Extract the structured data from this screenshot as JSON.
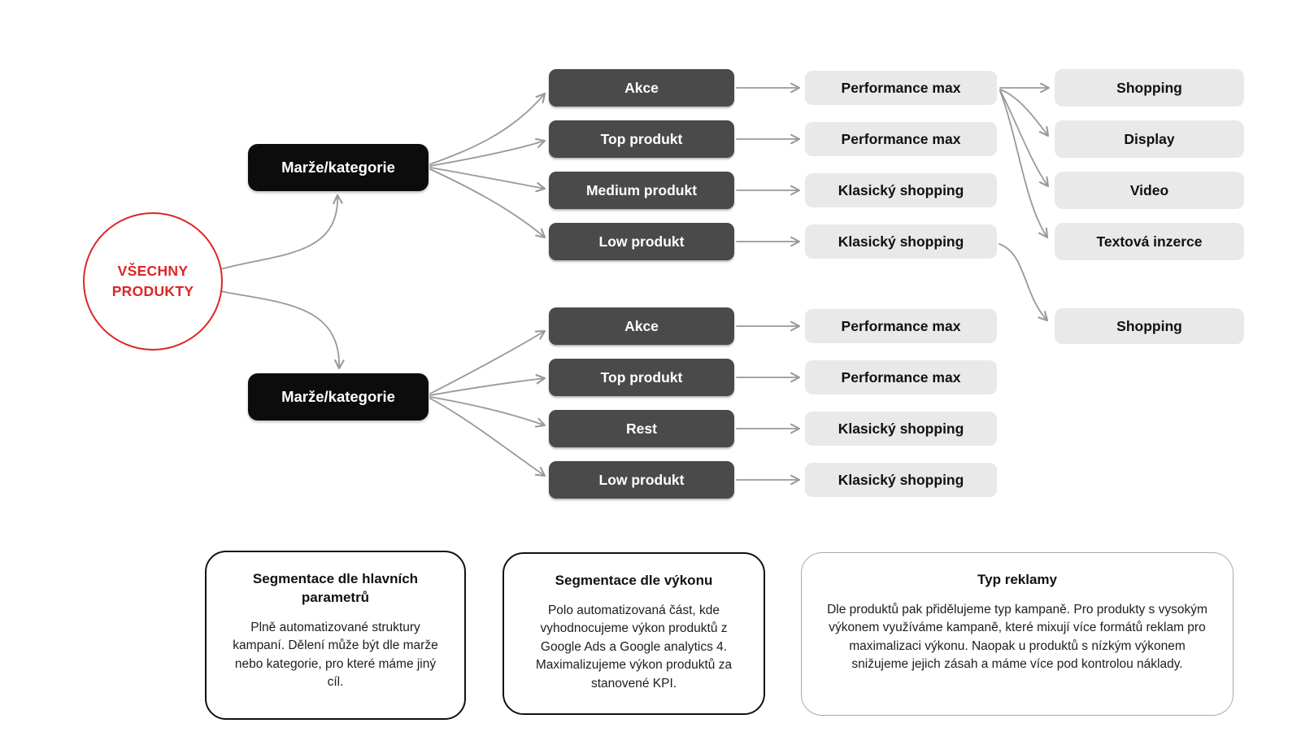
{
  "root": {
    "label_line1": "VŠECHNY",
    "label_line2": "PRODUKTY"
  },
  "branches": [
    {
      "gate": "Marže/kategorie",
      "rows": [
        {
          "segment": "Akce",
          "campaign": "Performance max"
        },
        {
          "segment": "Top produkt",
          "campaign": "Performance max"
        },
        {
          "segment": "Medium produkt",
          "campaign": "Klasický shopping"
        },
        {
          "segment": "Low produkt",
          "campaign": "Klasický shopping"
        }
      ]
    },
    {
      "gate": "Marže/kategorie",
      "rows": [
        {
          "segment": "Akce",
          "campaign": "Performance max"
        },
        {
          "segment": "Top produkt",
          "campaign": "Performance max"
        },
        {
          "segment": "Rest",
          "campaign": "Klasický shopping"
        },
        {
          "segment": "Low produkt",
          "campaign": "Klasický shopping"
        }
      ]
    }
  ],
  "ad_formats": [
    "Shopping",
    "Display",
    "Video",
    "Textová inzerce"
  ],
  "low_performance_format": "Shopping",
  "cards": [
    {
      "title": "Segmentace dle hlavních parametrů",
      "body": "Plně automatizované struktury kampaní. Dělení může být dle marže nebo kategorie, pro které máme jiný cíl."
    },
    {
      "title": "Segmentace dle výkonu",
      "body": "Polo automatizovaná část, kde vyhodnocujeme výkon produktů z Google Ads a Google analytics 4. Maximalizujeme výkon produktů za stanovené KPI."
    },
    {
      "title": "Typ reklamy",
      "body": "Dle produktů pak přidělujeme typ kampaně. Pro produkty s vysokým výkonem využíváme kampaně, které mixují více formátů reklam pro maximalizaci výkonu. Naopak u produktů s nízkým výkonem snižujeme jejich zásah a máme více pod kontrolou náklady."
    }
  ],
  "colors": {
    "accent_red": "#da2727",
    "gate_black": "#0c0c0c",
    "segment_gray": "#4a4a4a",
    "campaign_gray": "#e9e9ea",
    "arrow_gray": "#999999",
    "card_border_dark": "#111111",
    "card_border_light": "#ababab"
  }
}
